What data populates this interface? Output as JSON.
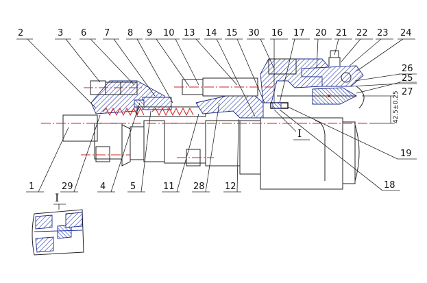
{
  "callouts": {
    "top": [
      "2",
      "3",
      "6",
      "7",
      "8",
      "9",
      "10",
      "13",
      "14",
      "15",
      "30",
      "16",
      "17",
      "20",
      "21",
      "22",
      "23",
      "24"
    ],
    "right": [
      "26",
      "25",
      "27",
      "19",
      "18"
    ],
    "bottom": [
      "1",
      "29",
      "4",
      "5",
      "11",
      "28",
      "12"
    ]
  },
  "dimension": "42.5±0.25",
  "section_mark": "I",
  "detail_label": "I",
  "colors": {
    "section_hatch": "#2233aa",
    "centerline": "#d02020",
    "outline": "#222222"
  }
}
